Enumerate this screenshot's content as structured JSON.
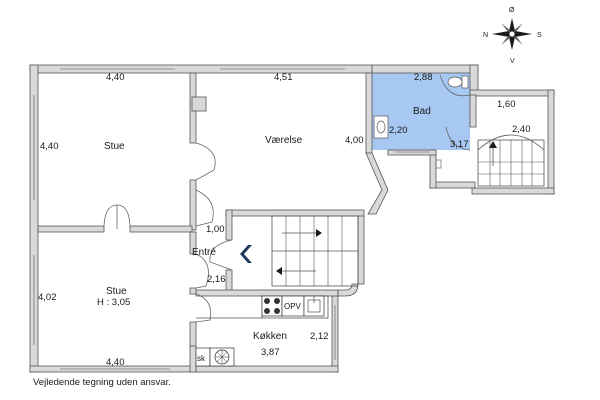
{
  "rooms": {
    "stue_top": {
      "name": "Stue",
      "width": "4,40",
      "depth": "4,40"
    },
    "vaerelse": {
      "name": "Værelse",
      "width": "4,51",
      "depth": "4,00"
    },
    "bad": {
      "name": "Bad",
      "width": "2,88",
      "depth": "2,20",
      "side": "3,17"
    },
    "stair_hall": {
      "width": "1,60",
      "depth": "2,40"
    },
    "entre": {
      "name": "Entré",
      "width": "1,00",
      "depth": "2,16"
    },
    "stue_bottom": {
      "name": "Stue",
      "height_note": "H : 3,05",
      "width": "4,40",
      "depth": "4,02"
    },
    "koekken": {
      "name": "Køkken",
      "width": "3,87",
      "depth": "2,12"
    }
  },
  "fixtures": {
    "dishwasher": "OPV",
    "cupboard": "sk"
  },
  "compass": {
    "north": "Ø",
    "west": "N",
    "east": "S",
    "south": "V"
  },
  "footnote": "Vejledende tegning uden ansvar.",
  "colors": {
    "bathroom": "#a6c8f2",
    "wall": "#d9d9d9",
    "stair_arrow": "#1f3a60"
  }
}
